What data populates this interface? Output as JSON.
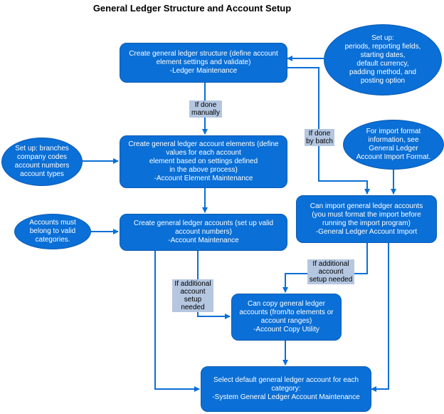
{
  "title": "General Ledger Structure and Account Setup",
  "colors": {
    "box": "#0a6fd6",
    "label_bg": "#b4c6e0",
    "line": "#0a6fd6"
  },
  "boxes": {
    "structure": "Create general ledger structure (define account\nelement settings and validate)\n-Ledger Maintenance",
    "elements": "Create general ledger account elements (define\nvalues for each account\nelement based on settings defined\nin the above process)\n-Account Element Maintenance",
    "accounts": "Create general ledger accounts (set up valid\naccount numbers)\n-Account Maintenance",
    "import": "Can import general ledger accounts\n(you must format the import before\nrunning the import program)\n-General Ledger Account Import",
    "copy": "Can copy general ledger\naccounts (from/to elements or\naccount ranges)\n-Account Copy Utility",
    "default": "Select default general ledger account for each\ncategory:\n-System General Ledger Account Maintenance"
  },
  "ovals": {
    "setup_periods": "Set up:\nperiods, reporting fields,\nstarting dates,\ndefault currency,\npadding method, and\nposting option",
    "import_format": "For import format\ninformation, see\nGeneral Ledger\nAccount Import Format.",
    "setup_branches": "Set up: branches\ncompany codes\naccount numbers\naccount types",
    "categories": "Accounts must\nbelong to valid\ncategories."
  },
  "labels": {
    "manual": "If done\nmanually",
    "batch": "If done\nby batch",
    "additional_1": "If additional\naccount\nsetup\nneeded",
    "additional_2": "If additional\naccount\nsetup needed"
  }
}
